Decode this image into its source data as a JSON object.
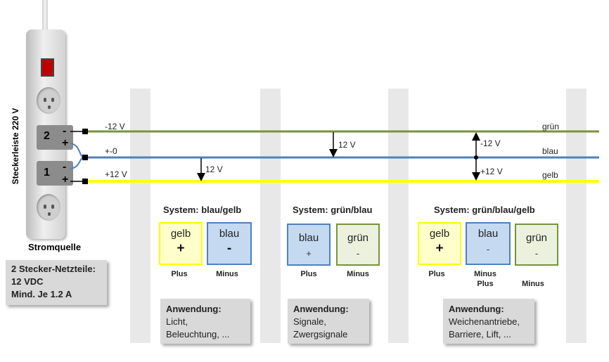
{
  "strip": {
    "label": "Steckerleiste 220 V",
    "caption": "Stromquelle",
    "socket_top": "2",
    "socket_bottom": "1",
    "minus": "-",
    "plus": "+"
  },
  "info": {
    "lines": [
      "2 Stecker-Netzteile:",
      "12 VDC",
      "Mind. Je 1.2 A"
    ]
  },
  "rails": {
    "green": {
      "left_label": "-12 V",
      "right_label": "grün",
      "color": "#77933c"
    },
    "blue": {
      "left_label": "+-0",
      "right_label": "blau",
      "color": "#4f81bd"
    },
    "yellow": {
      "left_label": "+12 V",
      "right_label": "gelb",
      "color": "#ffff00"
    }
  },
  "measures": {
    "m1": "12 V",
    "m2": "12 V",
    "m3_top": "-12 V",
    "m3_bottom": "+12 V"
  },
  "systems": [
    {
      "title": "System:  blau/gelb",
      "boxes": [
        {
          "color_name": "gelb",
          "sign": "+"
        },
        {
          "color_name": "blau",
          "sign": "-"
        }
      ],
      "sub": [
        "Plus",
        "Minus"
      ],
      "usage_title": "Anwendung:",
      "usage_lines": [
        "Licht,",
        "Beleuchtung,  ..."
      ]
    },
    {
      "title": "System:  grün/blau",
      "boxes": [
        {
          "color_name": "blau",
          "sign": "+"
        },
        {
          "color_name": "grün",
          "sign": "-"
        }
      ],
      "sub": [
        "Plus",
        "Minus"
      ],
      "usage_title": "Anwendung:",
      "usage_lines": [
        "Signale,",
        "Zwergsignale"
      ]
    },
    {
      "title": "System:  grün/blau/gelb",
      "boxes": [
        {
          "color_name": "gelb",
          "sign": "+"
        },
        {
          "color_name": "blau",
          "sign": "-"
        },
        {
          "color_name": "grün",
          "sign": "-"
        }
      ],
      "sub": [
        "Plus",
        "Minus",
        "Plus",
        "Minus"
      ],
      "usage_title": "Anwendung:",
      "usage_lines": [
        "Weichenantriebe,",
        "Barriere,  Lift,  ..."
      ]
    }
  ]
}
